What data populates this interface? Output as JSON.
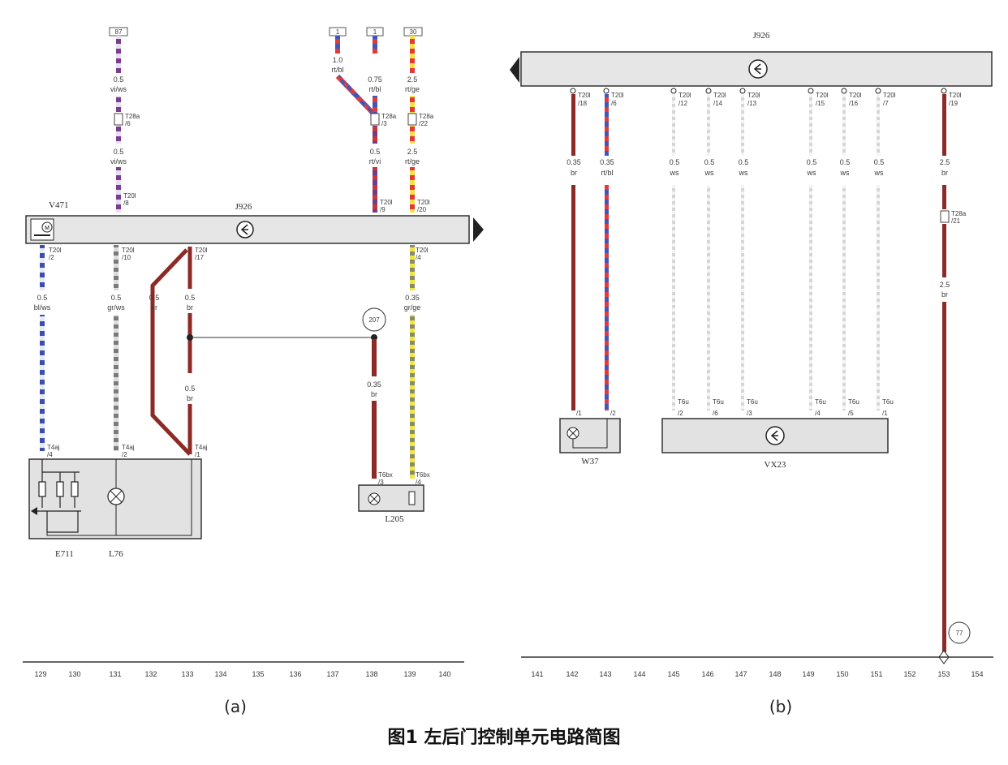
{
  "caption": "图1 左后门控制单元电路简图",
  "panel_a": {
    "sublabel": "(a)",
    "module": "J926",
    "motor_label": "V471",
    "top_connectors": {
      "t1": "87",
      "t2": "1",
      "t3": "1",
      "t4": "30"
    },
    "wires": {
      "w1_top": "0.5",
      "w1_top_color": "vi/ws",
      "w1_mid": "0.5",
      "w1_mid_color": "vi/ws",
      "w1_plug": "T28a",
      "w1_plug_pin": "/6",
      "w1_pin": "T20l",
      "w1_pin2": "/8",
      "w2_top": "1.0",
      "w2_top_color": "rt/bl",
      "w3_top": "0.75",
      "w3_top_color": "rt/bl",
      "w23_plug": "T28a",
      "w23_plug_pin": "/3",
      "w23_mid": "0.5",
      "w23_mid_color": "rt/vi",
      "w23_pin": "T20l",
      "w23_pin2": "/9",
      "w4_top": "2.5",
      "w4_top_color": "rt/ge",
      "w4_plug": "T28a",
      "w4_plug_pin": "/22",
      "w4_mid": "2.5",
      "w4_mid_color": "rt/ge",
      "w4_pin": "T20l",
      "w4_pin2": "/20",
      "b1_pin": "T20l",
      "b1_pin2": "/2",
      "b1_gauge": "0.5",
      "b1_color": "bl/ws",
      "b1_end": "T4aj",
      "b1_end_pin": "/4",
      "b2_pin": "T20l",
      "b2_pin2": "/10",
      "b2_gauge": "0.5",
      "b2_color": "gr/ws",
      "b2_end": "T4aj",
      "b2_end_pin": "/2",
      "b3_pin": "T20l",
      "b3_pin2": "/17",
      "b3a_gauge": "0.5",
      "b3a_color": "br",
      "b3b_gauge": "0.5",
      "b3b_color": "br",
      "b3c_gauge": "0.5",
      "b3c_color": "br",
      "b3_end": "T4aj",
      "b3_end_pin": "/1",
      "b4_gauge": "0.35",
      "b4_color": "br",
      "b4_end": "T6bx",
      "b4_end_pin": "/3",
      "b5_pin": "T20l",
      "b5_pin2": "/4",
      "b5_gauge": "0.35",
      "b5_color": "gr/ge",
      "b5_end": "T6bx",
      "b5_end_pin": "/4"
    },
    "ground_point": "207",
    "comp_e": "E711",
    "comp_l": "L76",
    "comp_l205": "L205",
    "tracks": [
      "129",
      "130",
      "131",
      "132",
      "133",
      "134",
      "135",
      "136",
      "137",
      "138",
      "139",
      "140"
    ]
  },
  "panel_b": {
    "sublabel": "(b)",
    "module": "J926",
    "pins": [
      {
        "pin": "T20l",
        "pin2": "/18",
        "gauge": "0.35",
        "color": "br"
      },
      {
        "pin": "T20l",
        "pin2": "/6",
        "gauge": "0.35",
        "color": "rt/bl"
      },
      {
        "pin": "T20l",
        "pin2": "/12",
        "gauge": "0.5",
        "color": "ws"
      },
      {
        "pin": "T20l",
        "pin2": "/14",
        "gauge": "0.5",
        "color": "ws"
      },
      {
        "pin": "T20l",
        "pin2": "/13",
        "gauge": "0.5",
        "color": "ws"
      },
      {
        "pin": "T20l",
        "pin2": "/15",
        "gauge": "0.5",
        "color": "ws"
      },
      {
        "pin": "T20l",
        "pin2": "/16",
        "gauge": "0.5",
        "color": "ws"
      },
      {
        "pin": "T20l",
        "pin2": "/7",
        "gauge": "0.5",
        "color": "ws"
      },
      {
        "pin": "T20l",
        "pin2": "/19",
        "gauge": "2.5",
        "color": "br"
      }
    ],
    "w37_pins": [
      "/1",
      "/2"
    ],
    "vx_pin": "T6u",
    "vx_pins": [
      "/2",
      "/6",
      "/3",
      "/4",
      "/5",
      "/1"
    ],
    "plug_b": "T28a",
    "plug_b_pin": "/21",
    "gnd_gauge": "2.5",
    "gnd_color": "br",
    "ground_point": "77",
    "comp_w37": "W37",
    "comp_vx": "VX23",
    "tracks": [
      "141",
      "142",
      "143",
      "144",
      "145",
      "146",
      "147",
      "148",
      "149",
      "150",
      "151",
      "152",
      "153",
      "154"
    ]
  }
}
